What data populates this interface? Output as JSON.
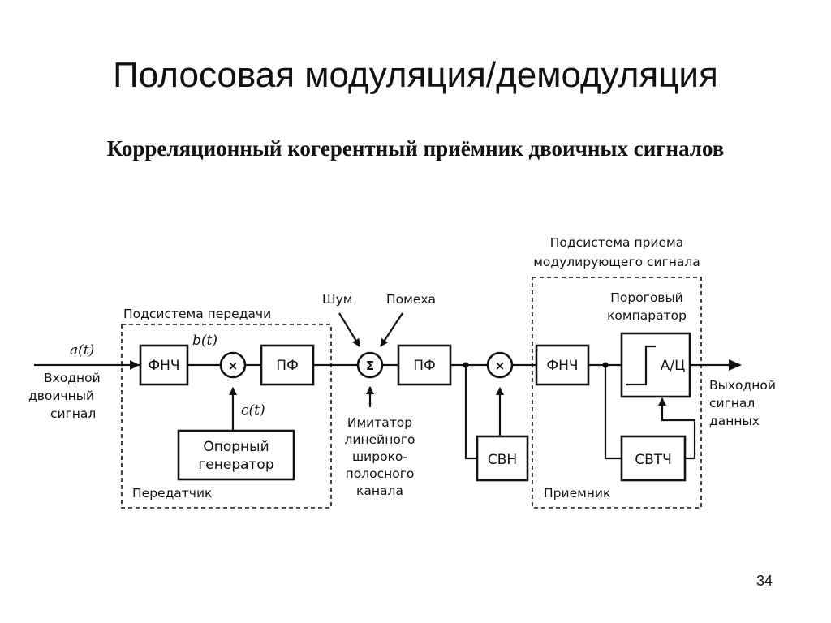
{
  "slide": {
    "title": "Полосовая модуляция/демодуляция",
    "subtitle": "Корреляционный когерентный приёмник двоичных сигналов",
    "page_number": "34"
  },
  "diagram": {
    "input": {
      "signal": "a(t)",
      "label_lines": [
        "Входной",
        "двоичный",
        "сигнал"
      ]
    },
    "transmitter": {
      "subsystem_label": "Подсистема передачи",
      "group_label": "Передатчик",
      "lpf": "ФНЧ",
      "mixer": "×",
      "bandpass": "ПФ",
      "mixer_signal": "b(t)",
      "reference_signal": "c(t)",
      "oscillator_lines": [
        "Опорный",
        "генератор"
      ]
    },
    "channel": {
      "noise": "Шум",
      "interference": "Помеха",
      "summator": "Σ",
      "bandpass": "ПФ",
      "simulator_lines": [
        "Имитатор",
        "линейного",
        "широко-",
        "полосного",
        "канала"
      ]
    },
    "demodulator": {
      "mixer": "×",
      "carrier_recovery": "СВН"
    },
    "receiver": {
      "subsystem_label_lines": [
        "Подсистема приема",
        "модулирующего сигнала"
      ],
      "group_label": "Приемник",
      "comparator_lines": [
        "Пороговый",
        "компаратор"
      ],
      "lpf": "ФНЧ",
      "adc": "А/Ц",
      "clock_recovery": "СВТЧ"
    },
    "output": {
      "label_lines": [
        "Выходной",
        "сигнал",
        "данных"
      ]
    }
  }
}
